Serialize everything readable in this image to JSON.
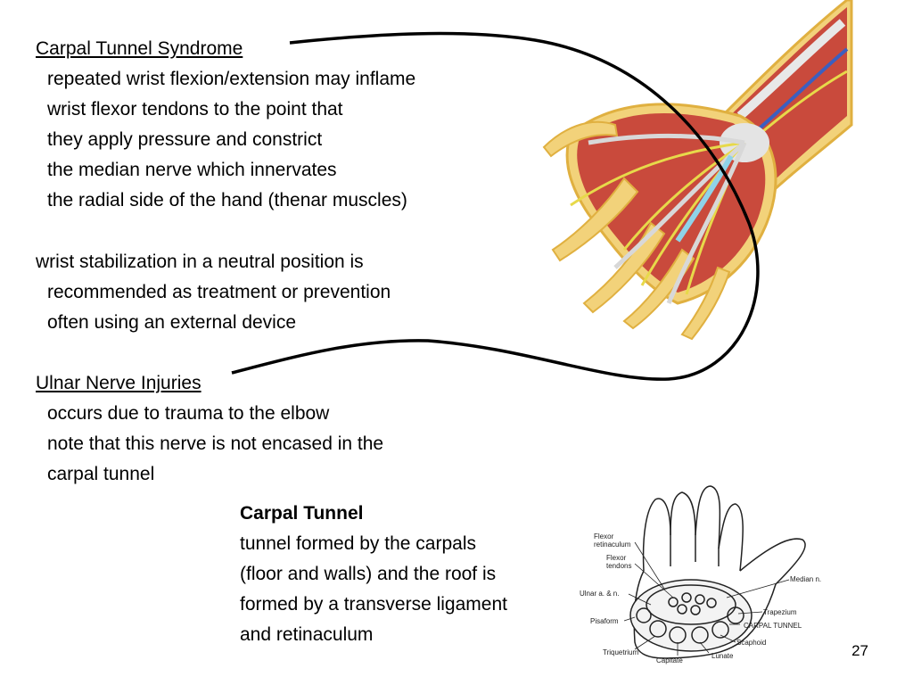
{
  "section1": {
    "heading": "Carpal Tunnel Syndrome",
    "lines": [
      "repeated wrist flexion/extension may inflame",
      "wrist flexor tendons to the point that",
      "they apply pressure and constrict",
      "the median nerve which innervates",
      "the radial side of the hand (thenar muscles)"
    ]
  },
  "section2": {
    "first_line": "wrist stabilization in a neutral position is",
    "lines": [
      "recommended as treatment or prevention",
      "often using an external device"
    ]
  },
  "section3": {
    "heading": "Ulnar Nerve Injuries",
    "lines": [
      "occurs due to trauma to the elbow",
      "note that this nerve is not encased in the",
      "carpal tunnel"
    ]
  },
  "tunnel": {
    "title": "Carpal Tunnel",
    "lines": [
      "tunnel formed by the carpals",
      "(floor and walls) and the roof is",
      "formed by a transverse ligament",
      "and retinaculum"
    ]
  },
  "diagram_labels": {
    "flexor_retinaculum_1": "Flexor",
    "flexor_retinaculum_2": "retinaculum",
    "flexor_tendons_1": "Flexor",
    "flexor_tendons_2": "tendons",
    "ulnar": "Ulnar a. & n.",
    "pisaform": "Pisaform",
    "triquetrium": "Triquetrium",
    "capitate": "Capitate",
    "lunate": "Lunate",
    "scaphoid": "Scaphoid",
    "carpal_tunnel": "CARPAL TUNNEL",
    "trapezium": "Trapezium",
    "median": "Median n."
  },
  "page_number": "27"
}
